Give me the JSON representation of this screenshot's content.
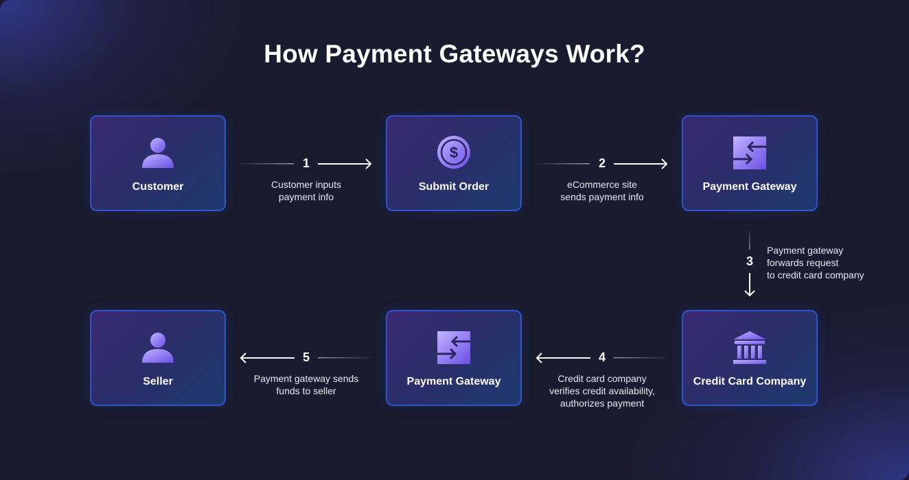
{
  "title": "How Payment Gateways Work?",
  "nodes": [
    {
      "label": "Customer",
      "icon": "user-icon"
    },
    {
      "label": "Submit Order",
      "icon": "dollar-coin-icon"
    },
    {
      "label": "Payment Gateway",
      "icon": "exchange-arrows-icon"
    },
    {
      "label": "Credit Card Company",
      "icon": "bank-icon"
    },
    {
      "label": "Payment Gateway",
      "icon": "exchange-arrows-icon"
    },
    {
      "label": "Seller",
      "icon": "user-icon"
    }
  ],
  "steps": [
    {
      "number": "1",
      "lines": [
        "Customer inputs",
        "payment info"
      ]
    },
    {
      "number": "2",
      "lines": [
        "eCommerce site",
        "sends payment info"
      ]
    },
    {
      "number": "3",
      "lines": [
        "Payment gateway",
        "forwards request",
        "to credit card company"
      ]
    },
    {
      "number": "4",
      "lines": [
        "Credit card company",
        "verifies credit availability,",
        "authorizes payment"
      ]
    },
    {
      "number": "5",
      "lines": [
        "Payment gateway sends",
        "funds to seller"
      ]
    }
  ],
  "colors": {
    "background": "#1a1b2e",
    "box_border": "#2f55c9",
    "icon_light": "#b8a8ff",
    "icon_dark": "#6b4fe0",
    "text": "#ffffff"
  }
}
